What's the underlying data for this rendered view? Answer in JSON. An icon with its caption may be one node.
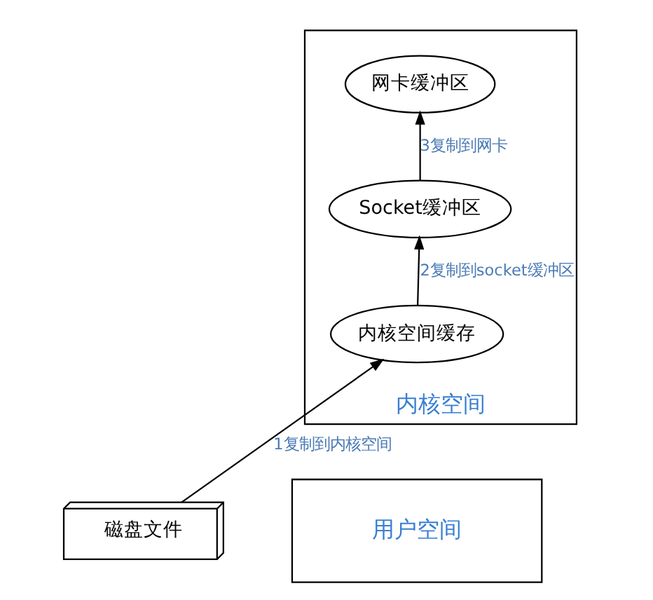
{
  "diagram": {
    "nodes": [
      {
        "text": [
          "内核空间"
        ]
      },
      {
        "text": [
          "网卡缓冲区"
        ],
        "in": 0
      },
      {
        "text": [
          "Socket缓冲区"
        ],
        "in": 0
      },
      {
        "text": [
          "内核空间缓存"
        ],
        "in": 0
      },
      {
        "text": [
          "磁盘文件"
        ]
      },
      {
        "text": [
          "用户空间"
        ]
      }
    ],
    "edges": [
      {
        "from": 4,
        "to": 3,
        "arrow": "to",
        "label": "1复制到内核空间"
      },
      {
        "from": 3,
        "to": 2,
        "arrow": "to",
        "label": "2复制到socket缓冲区"
      },
      {
        "from": 2,
        "to": 1,
        "arrow": "to",
        "label": "3复制到网卡"
      }
    ]
  }
}
